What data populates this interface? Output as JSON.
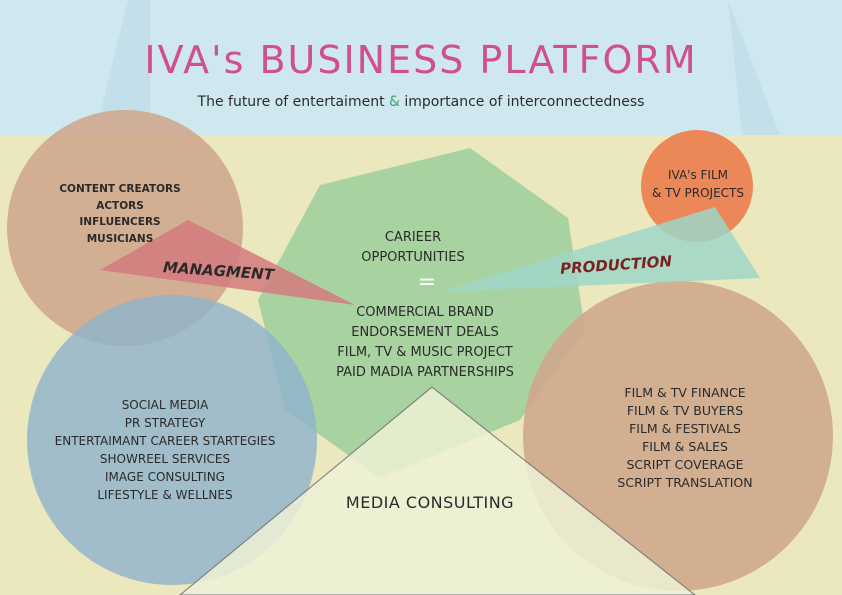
{
  "header": {
    "title": "IVA's BUSINESS PLATFORM",
    "subtitle_part1": "The future of entertaiment",
    "subtitle_amp": "&",
    "subtitle_part2": "importance of interconnectedness"
  },
  "management": {
    "label": "MANAGMENT",
    "roles": [
      "CONTENT CREATORS",
      "ACTORS",
      "INFLUENCERS",
      "MUSICIANS"
    ]
  },
  "production": {
    "label": "PRODUCTION",
    "projects": [
      "IVA's FILM",
      "& TV PROJECTS"
    ]
  },
  "center": {
    "top": [
      "CARIEER",
      "OPPORTUNITIES"
    ],
    "equals": "=",
    "items": [
      "COMMERCIAL BRAND",
      "ENDORSEMENT DEALS",
      "FILM, TV & MUSIC PROJECT",
      "PAID MADIA PARTNERSHIPS"
    ]
  },
  "services": {
    "items": [
      "SOCIAL MEDIA",
      "PR STRATEGY",
      "ENTERTAIMANT CAREER STARTEGIES",
      "SHOWREEL SERVICES",
      "IMAGE CONSULTING",
      "LIFESTYLE & WELLNES"
    ]
  },
  "film": {
    "items": [
      "FILM & TV FINANCE",
      "FILM & TV BUYERS",
      "FILM & FESTIVALS",
      "FILM & SALES",
      "SCRIPT COVERAGE",
      "SCRIPT TRANSLATION"
    ]
  },
  "media_consulting": {
    "label": "MEDIA CONSULTING"
  },
  "colors": {
    "pink": "#d0508e",
    "sky": "#cfe8ef",
    "cream": "#ebe8bd",
    "green": "#9ccf9c",
    "blue": "#8fb3cc",
    "tan": "#d0a98e",
    "orange": "#ec8758",
    "red_wedge": "#d47a7e",
    "teal_wedge": "#9fd6c8"
  }
}
